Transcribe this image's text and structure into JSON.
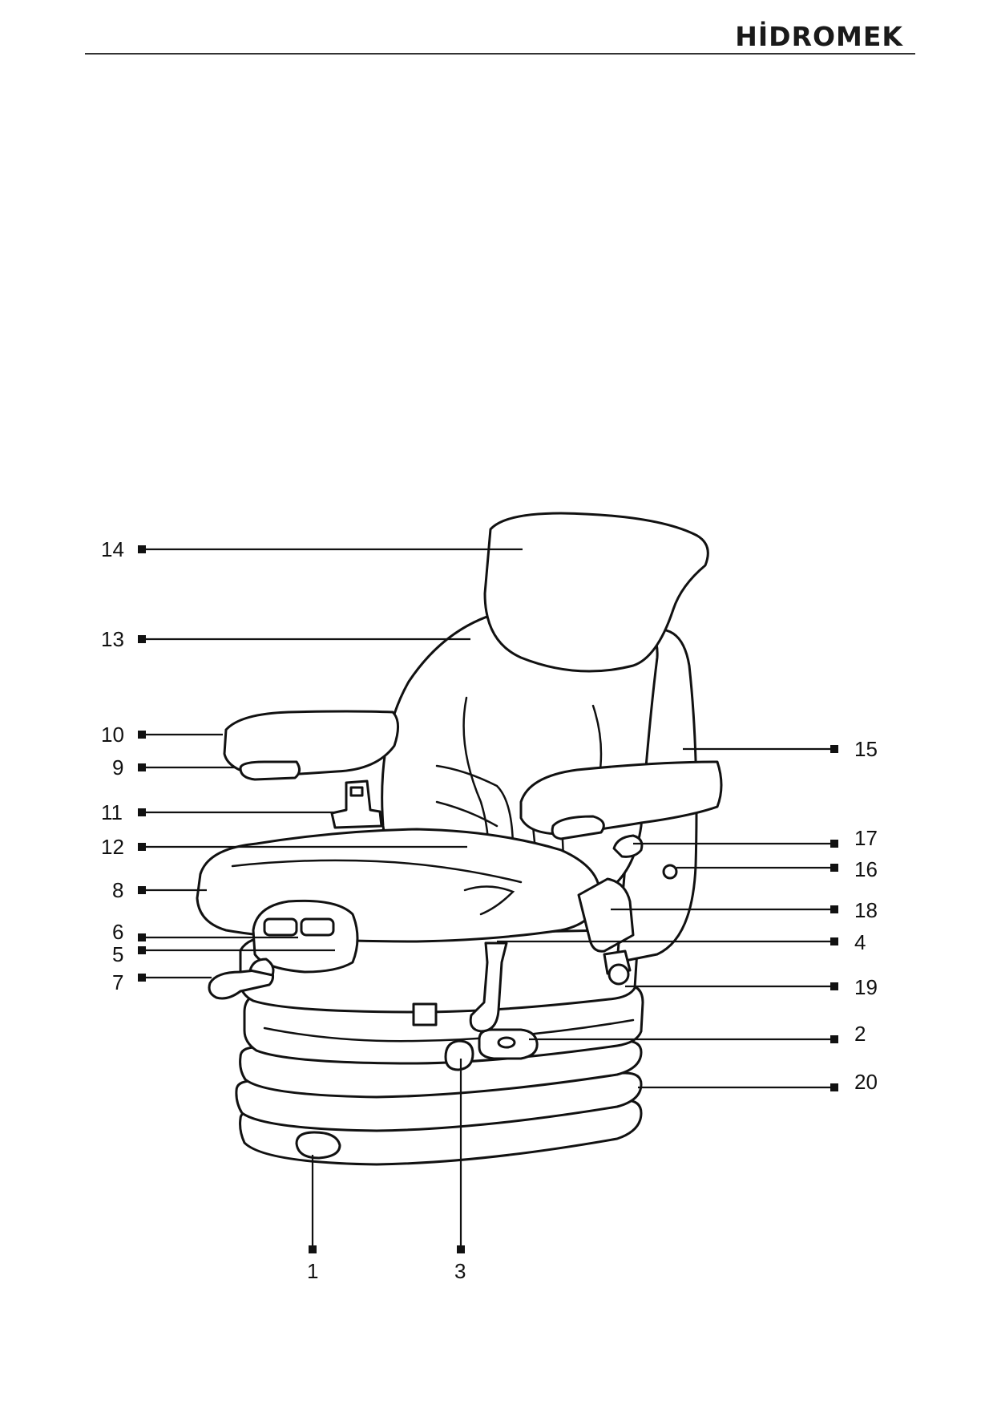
{
  "header": {
    "logo_text": "HİDROMEK"
  },
  "diagram": {
    "callouts": [
      {
        "id": "14",
        "label": "14"
      },
      {
        "id": "13",
        "label": "13"
      },
      {
        "id": "10",
        "label": "10"
      },
      {
        "id": "9",
        "label": "9"
      },
      {
        "id": "11",
        "label": "11"
      },
      {
        "id": "12",
        "label": "12"
      },
      {
        "id": "8",
        "label": "8"
      },
      {
        "id": "6",
        "label": "6"
      },
      {
        "id": "5",
        "label": "5"
      },
      {
        "id": "7",
        "label": "7"
      },
      {
        "id": "15",
        "label": "15"
      },
      {
        "id": "17",
        "label": "17"
      },
      {
        "id": "16",
        "label": "16"
      },
      {
        "id": "18",
        "label": "18"
      },
      {
        "id": "4",
        "label": "4"
      },
      {
        "id": "19",
        "label": "19"
      },
      {
        "id": "2",
        "label": "2"
      },
      {
        "id": "20",
        "label": "20"
      },
      {
        "id": "1",
        "label": "1"
      },
      {
        "id": "3",
        "label": "3"
      }
    ]
  }
}
